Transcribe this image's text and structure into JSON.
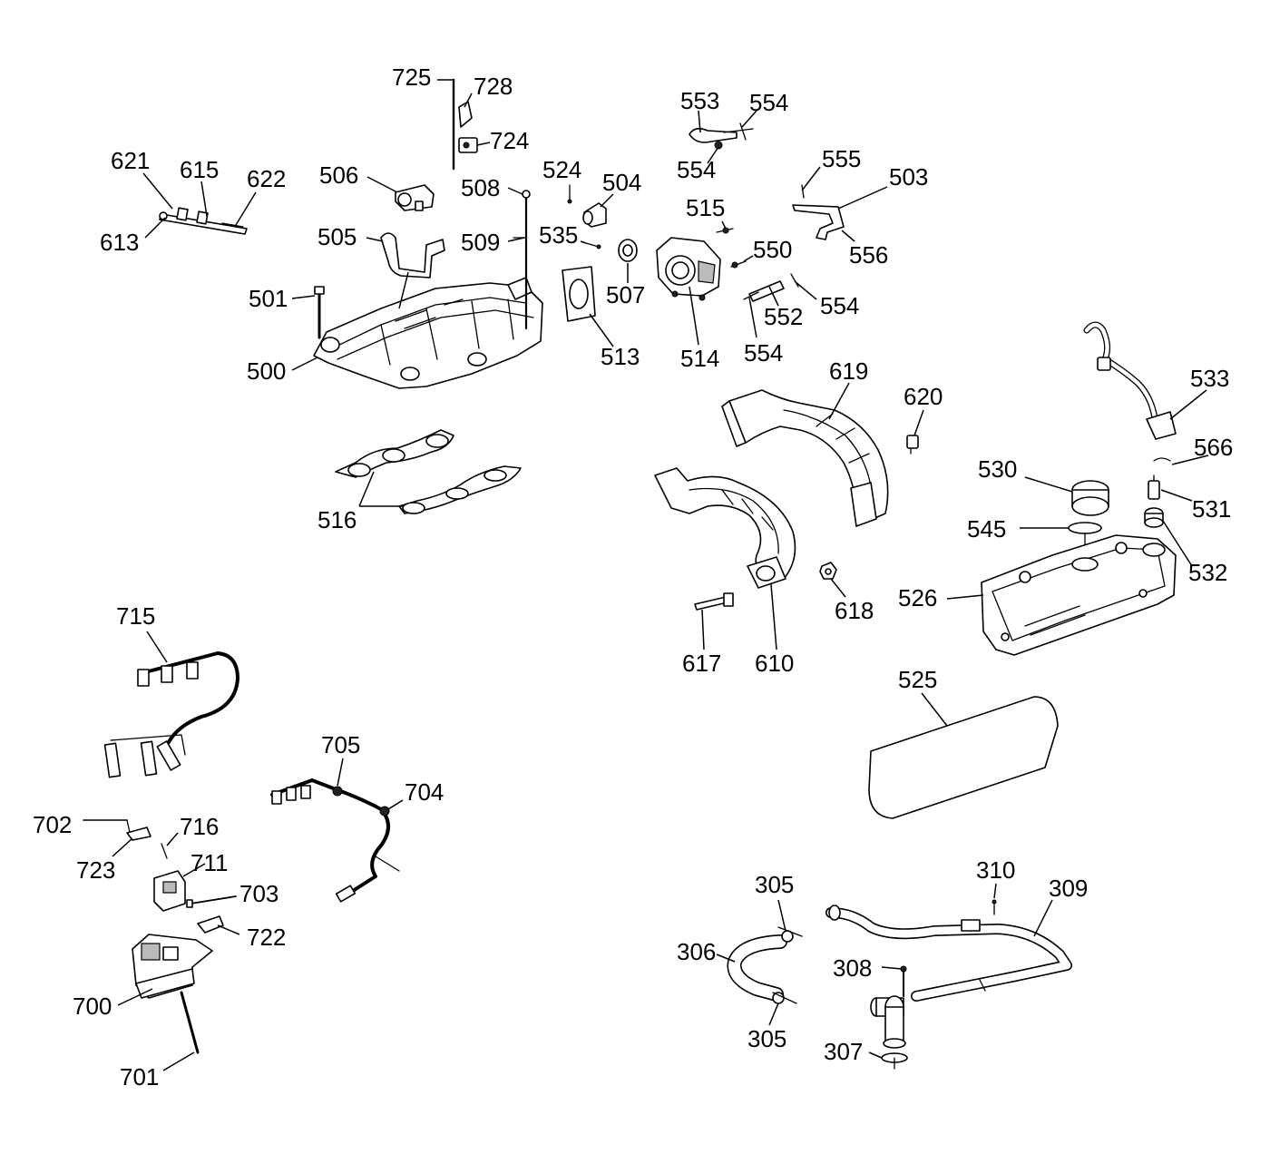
{
  "labels": {
    "l725": "725",
    "l728": "728",
    "l724": "724",
    "l553": "553",
    "l554a": "554",
    "l554b": "554",
    "l554c": "554",
    "l554d": "554",
    "l621": "621",
    "l615": "615",
    "l622": "622",
    "l613": "613",
    "l506": "506",
    "l524": "524",
    "l504": "504",
    "l508": "508",
    "l555": "555",
    "l503": "503",
    "l515": "515",
    "l505": "505",
    "l509": "509",
    "l535": "535",
    "l550": "550",
    "l556": "556",
    "l501": "501",
    "l507": "507",
    "l552": "552",
    "l500": "500",
    "l513": "513",
    "l514": "514",
    "l619": "619",
    "l620": "620",
    "l533": "533",
    "l566": "566",
    "l530": "530",
    "l531": "531",
    "l545": "545",
    "l532": "532",
    "l526": "526",
    "l516": "516",
    "l618": "618",
    "l617": "617",
    "l610": "610",
    "l525": "525",
    "l715": "715",
    "l705": "705",
    "l704": "704",
    "l702": "702",
    "l716": "716",
    "l723": "723",
    "l711": "711",
    "l703": "703",
    "l722": "722",
    "l700": "700",
    "l701": "701",
    "l305a": "305",
    "l305b": "305",
    "l310": "310",
    "l309": "309",
    "l306": "306",
    "l308": "308",
    "l307": "307"
  }
}
